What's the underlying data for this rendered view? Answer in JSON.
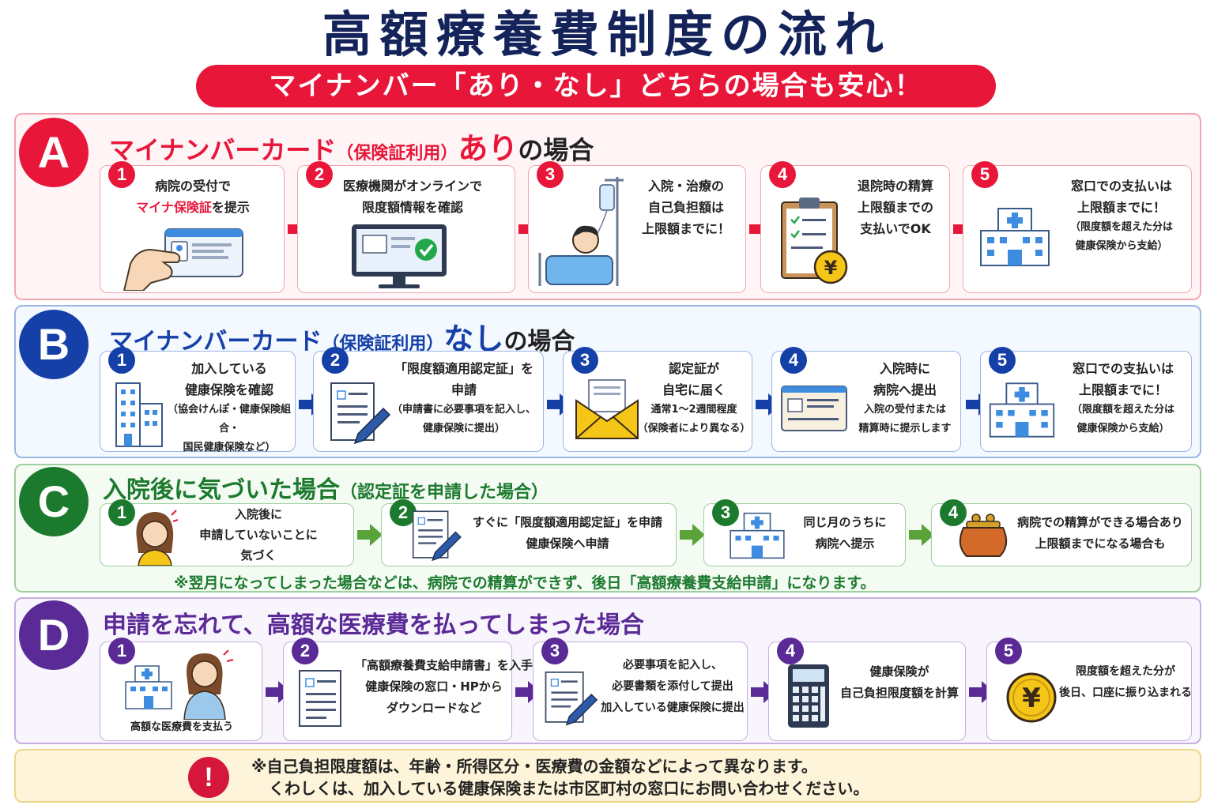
{
  "title": "高額療養費制度の流れ",
  "subtitle": "マイナンバー「あり・なし」どちらの場合も安心！",
  "colors": {
    "red": "#e8173a",
    "blue": "#1540a8",
    "green": "#1c7a2e",
    "purple": "#5a2a96",
    "navy": "#14245a"
  },
  "sections": {
    "a": {
      "letter": "A",
      "heading_main": "マイナンバーカード",
      "heading_paren": "（保険証利用）",
      "heading_emph": "あり",
      "heading_tail": "の場合",
      "steps": [
        {
          "num": "1",
          "lines": [
            "病院の受付で"
          ],
          "red": "マイナ保険証",
          "red_tail": "を提示",
          "icon": "hand-card-icon"
        },
        {
          "num": "2",
          "lines": [
            "医療機関がオンラインで",
            "限度額情報を確認"
          ],
          "icon": "monitor-check-icon"
        },
        {
          "num": "3",
          "lines": [
            "入院・治療の",
            "自己負担額は",
            "上限額までに！"
          ],
          "icon": "patient-bed-icon"
        },
        {
          "num": "4",
          "lines": [
            "退院時の精算",
            "上限額までの",
            "支払いでOK"
          ],
          "icon": "clipboard-yen-icon"
        },
        {
          "num": "5",
          "lines": [
            "窓口での支払いは",
            "上限額までに！"
          ],
          "small": [
            "（限度額を超えた分は",
            "健康保険から支給）"
          ],
          "icon": "hospital-icon"
        }
      ]
    },
    "b": {
      "letter": "B",
      "heading_main": "マイナンバーカード",
      "heading_paren": "（保険証利用）",
      "heading_emph": "なし",
      "heading_tail": "の場合",
      "steps": [
        {
          "num": "1",
          "lines": [
            "加入している",
            "健康保険を確認"
          ],
          "small": [
            "（協会けんぽ・健康保険組合・",
            "国民健康保険など）"
          ],
          "icon": "building-icon"
        },
        {
          "num": "2",
          "lines": [
            "「限度額適用認定証」を",
            "申請"
          ],
          "small": [
            "（申請書に必要事項を記入し、",
            "健康保険に提出）"
          ],
          "icon": "document-pen-icon"
        },
        {
          "num": "3",
          "lines": [
            "認定証が",
            "自宅に届く"
          ],
          "small": [
            "通常1～2週間程度",
            "（保険者により異なる）"
          ],
          "icon": "envelope-icon"
        },
        {
          "num": "4",
          "lines": [
            "入院時に",
            "病院へ提出"
          ],
          "small": [
            "入院の受付または",
            "精算時に提示します"
          ],
          "icon": "id-card-icon"
        },
        {
          "num": "5",
          "lines": [
            "窓口での支払いは",
            "上限額までに！"
          ],
          "small": [
            "（限度額を超えた分は",
            "健康保険から支給）"
          ],
          "icon": "hospital-icon"
        }
      ]
    },
    "c": {
      "letter": "C",
      "heading_main": "入院後に気づいた場合",
      "heading_paren": "（認定証を申請した場合）",
      "steps": [
        {
          "num": "1",
          "lines": [
            "入院後に",
            "申請していないことに",
            "気づく"
          ],
          "icon": "worried-woman-icon"
        },
        {
          "num": "2",
          "lines": [
            "すぐに「限度額適用認定証」を申請",
            "健康保険へ申請"
          ],
          "icon": "document-pen-icon"
        },
        {
          "num": "3",
          "lines": [
            "同じ月のうちに",
            "病院へ提示"
          ],
          "icon": "hospital-icon"
        },
        {
          "num": "4",
          "lines": [
            "病院での精算ができる場合あり",
            "上限額までになる場合も"
          ],
          "icon": "coin-purse-icon"
        }
      ],
      "note": "※翌月になってしまった場合などは、病院での精算ができず、後日「高額療養費支給申請」になります。"
    },
    "d": {
      "letter": "D",
      "heading_main": "申請を忘れて、高額な医療費を払ってしまった場合",
      "steps": [
        {
          "num": "1",
          "lines": [
            "高額な医療費を支払う"
          ],
          "icon": "hospital-woman-icon"
        },
        {
          "num": "2",
          "lines": [
            "「高額療養費支給申請書」を入手",
            "健康保険の窓口・HPから",
            "ダウンロードなど"
          ],
          "icon": "document-icon"
        },
        {
          "num": "3",
          "lines": [
            "必要事項を記入し、",
            "必要書類を添付して提出",
            "加入している健康保険に提出"
          ],
          "icon": "document-pen-icon"
        },
        {
          "num": "4",
          "lines": [
            "健康保険が",
            "自己負担限度額を計算"
          ],
          "icon": "calculator-icon"
        },
        {
          "num": "5",
          "lines": [
            "限度額を超えた分が",
            "後日、口座に振り込まれる"
          ],
          "icon": "yen-coin-icon"
        }
      ]
    }
  },
  "footer": {
    "icon": "exclamation-icon",
    "mark": "!",
    "line1": "※自己負担限度額は、年齢・所得区分・医療費の金額などによって異なります。",
    "line2": "くわしくは、加入している健康保険または市区町村の窓口にお問い合わせください。"
  }
}
